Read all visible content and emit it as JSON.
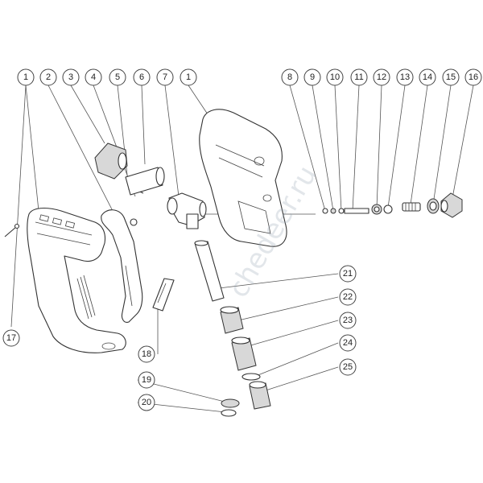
{
  "callouts": [
    {
      "id": "c1a",
      "label": "1"
    },
    {
      "id": "c2",
      "label": "2"
    },
    {
      "id": "c3",
      "label": "3"
    },
    {
      "id": "c4",
      "label": "4"
    },
    {
      "id": "c5",
      "label": "5"
    },
    {
      "id": "c6",
      "label": "6"
    },
    {
      "id": "c7",
      "label": "7"
    },
    {
      "id": "c1b",
      "label": "1"
    },
    {
      "id": "c8",
      "label": "8"
    },
    {
      "id": "c9",
      "label": "9"
    },
    {
      "id": "c10",
      "label": "10"
    },
    {
      "id": "c11",
      "label": "11"
    },
    {
      "id": "c12",
      "label": "12"
    },
    {
      "id": "c13",
      "label": "13"
    },
    {
      "id": "c14",
      "label": "14"
    },
    {
      "id": "c15",
      "label": "15"
    },
    {
      "id": "c16",
      "label": "16"
    },
    {
      "id": "c17",
      "label": "17"
    },
    {
      "id": "c18",
      "label": "18"
    },
    {
      "id": "c19",
      "label": "19"
    },
    {
      "id": "c20",
      "label": "20"
    },
    {
      "id": "c21",
      "label": "21"
    },
    {
      "id": "c22",
      "label": "22"
    },
    {
      "id": "c23",
      "label": "23"
    },
    {
      "id": "c24",
      "label": "24"
    },
    {
      "id": "c25",
      "label": "25"
    }
  ],
  "watermark": "chedeer.ru"
}
